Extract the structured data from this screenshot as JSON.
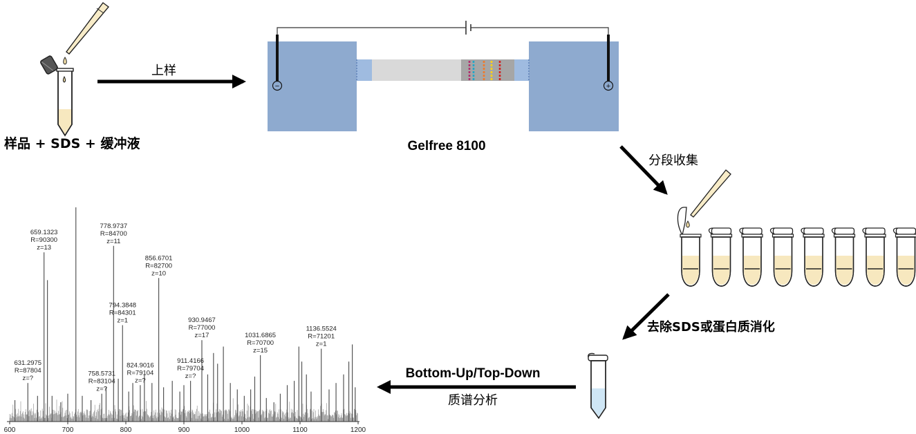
{
  "labels": {
    "sample": "样品 + SDS + 缓冲液",
    "load_arrow": "上样",
    "instrument": "Gelfree 8100",
    "fractionation": "分段收集",
    "cleanup": "去除SDS或蛋白质消化",
    "ms_method": "Bottom-Up/Top-Down",
    "ms_analysis": "质谱分析"
  },
  "electrodes": {
    "negative": "−",
    "positive": "+"
  },
  "colors": {
    "buffer_tank": "#8eaacf",
    "gel_column": "#d9d9d9",
    "sample_band_zone": "#a6a6a6",
    "sample_liquid": "#f7e8bf",
    "ms_liquid": "#cfe6f5",
    "arrow": "#000000",
    "spectrum_line": "#555555",
    "band_colors": [
      "#b0306e",
      "#21a6c9",
      "#f07a2a",
      "#ffd21a",
      "#d1201f"
    ]
  },
  "fraction_tubes": {
    "count": 8
  },
  "chart_data": {
    "type": "line",
    "title": "",
    "xlabel": "",
    "ylabel": "",
    "xlim": [
      600,
      1200
    ],
    "ylim": [
      0,
      100
    ],
    "x_ticks": [
      600,
      700,
      800,
      900,
      1000,
      1100,
      1200
    ],
    "grid": false,
    "baseline": {
      "x_start": 600,
      "x_end": 1200,
      "level": 3
    },
    "peaks": [
      {
        "mz": 609,
        "intensity": 10
      },
      {
        "mz": 631.2975,
        "intensity": 18,
        "label": [
          "631.2975",
          "R=87804",
          "z=?"
        ]
      },
      {
        "mz": 648,
        "intensity": 12
      },
      {
        "mz": 659.1323,
        "intensity": 79,
        "label": [
          "659.1323",
          "R=90300",
          "z=13"
        ]
      },
      {
        "mz": 665,
        "intensity": 66
      },
      {
        "mz": 673,
        "intensity": 12
      },
      {
        "mz": 688,
        "intensity": 9
      },
      {
        "mz": 700,
        "intensity": 13
      },
      {
        "mz": 714,
        "intensity": 100
      },
      {
        "mz": 725,
        "intensity": 12
      },
      {
        "mz": 740,
        "intensity": 10
      },
      {
        "mz": 758.5731,
        "intensity": 13,
        "label": [
          "758.5731",
          "R=83104",
          "z=?"
        ]
      },
      {
        "mz": 766,
        "intensity": 16
      },
      {
        "mz": 778.9737,
        "intensity": 82,
        "label": [
          "778.9737",
          "R=84700",
          "z=11"
        ]
      },
      {
        "mz": 787,
        "intensity": 20
      },
      {
        "mz": 794.3848,
        "intensity": 45,
        "label": [
          "794.3848",
          "R=84301",
          "z=1"
        ]
      },
      {
        "mz": 805,
        "intensity": 14
      },
      {
        "mz": 812,
        "intensity": 18
      },
      {
        "mz": 824.9016,
        "intensity": 17,
        "label": [
          "824.9016",
          "R=79104",
          "z=?"
        ]
      },
      {
        "mz": 832,
        "intensity": 22
      },
      {
        "mz": 845,
        "intensity": 18
      },
      {
        "mz": 856.6701,
        "intensity": 67,
        "label": [
          "856.6701",
          "R=82700",
          "z=10"
        ]
      },
      {
        "mz": 865,
        "intensity": 16
      },
      {
        "mz": 880,
        "intensity": 19
      },
      {
        "mz": 893,
        "intensity": 14
      },
      {
        "mz": 900,
        "intensity": 17
      },
      {
        "mz": 911.4166,
        "intensity": 19,
        "label": [
          "911.4166",
          "R=79704",
          "z=?"
        ]
      },
      {
        "mz": 930.9467,
        "intensity": 38,
        "label": [
          "930.9467",
          "R=77000",
          "z=17"
        ]
      },
      {
        "mz": 941,
        "intensity": 22
      },
      {
        "mz": 951,
        "intensity": 32
      },
      {
        "mz": 958,
        "intensity": 27
      },
      {
        "mz": 968,
        "intensity": 35
      },
      {
        "mz": 980,
        "intensity": 18
      },
      {
        "mz": 992,
        "intensity": 15
      },
      {
        "mz": 1004,
        "intensity": 12
      },
      {
        "mz": 1015,
        "intensity": 15
      },
      {
        "mz": 1022,
        "intensity": 21
      },
      {
        "mz": 1031.6865,
        "intensity": 31,
        "label": [
          "1031.6865",
          "R=70700",
          "z=15"
        ]
      },
      {
        "mz": 1042,
        "intensity": 11
      },
      {
        "mz": 1055,
        "intensity": 9
      },
      {
        "mz": 1066,
        "intensity": 13
      },
      {
        "mz": 1078,
        "intensity": 17
      },
      {
        "mz": 1090,
        "intensity": 19
      },
      {
        "mz": 1098,
        "intensity": 35
      },
      {
        "mz": 1103,
        "intensity": 28
      },
      {
        "mz": 1111,
        "intensity": 22
      },
      {
        "mz": 1119,
        "intensity": 14
      },
      {
        "mz": 1136.5524,
        "intensity": 34,
        "label": [
          "1136.5524",
          "R=71201",
          "z=1"
        ]
      },
      {
        "mz": 1150,
        "intensity": 15
      },
      {
        "mz": 1162,
        "intensity": 18
      },
      {
        "mz": 1175,
        "intensity": 22
      },
      {
        "mz": 1184,
        "intensity": 28
      },
      {
        "mz": 1190,
        "intensity": 36
      },
      {
        "mz": 1195,
        "intensity": 16
      }
    ]
  }
}
